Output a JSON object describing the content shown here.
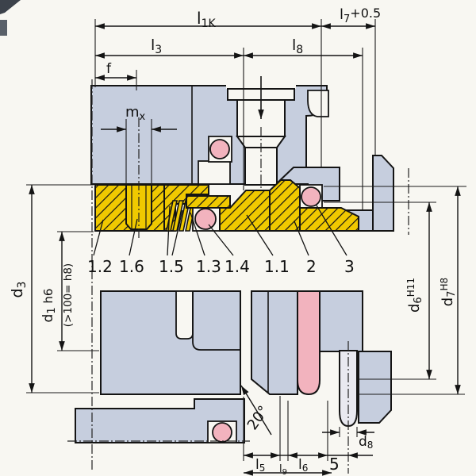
{
  "dims": {
    "l1k": {
      "base": "l",
      "sub": "1K"
    },
    "l7": {
      "base": "l",
      "sub": "7",
      "tol": "+0.5"
    },
    "l3": {
      "base": "l",
      "sub": "3"
    },
    "l8": {
      "base": "l",
      "sub": "8"
    },
    "f": {
      "label": "f"
    },
    "mx": {
      "base": "m",
      "sub": "x"
    },
    "d3": {
      "base": "d",
      "sub": "3"
    },
    "d1": {
      "base": "d",
      "sub": "1",
      "tol": " h6",
      "note": "(>100= h8)"
    },
    "d6": {
      "base": "d",
      "sub": "6",
      "tol": "H11"
    },
    "d7": {
      "base": "d",
      "sub": "7",
      "tol": "H8"
    },
    "d8": {
      "base": "d",
      "sub": "8"
    },
    "l5": {
      "base": "l",
      "sub": "5"
    },
    "l9": {
      "base": "l",
      "sub": "9"
    },
    "l6": {
      "base": "l",
      "sub": "6"
    },
    "offset5": {
      "label": "5"
    },
    "angle": {
      "label": "20°"
    }
  },
  "parts": {
    "labels": [
      "1.2",
      "1.6",
      "1.5",
      "1.3",
      "1.4",
      "1.1",
      "2",
      "3"
    ]
  },
  "colors": {
    "housing": "#c6cede",
    "seal_faces": "#f0c900",
    "elastomer": "#f2b3be",
    "pin": "#e9e9f0",
    "background": "#f8f7f2",
    "outline": "#141414"
  }
}
